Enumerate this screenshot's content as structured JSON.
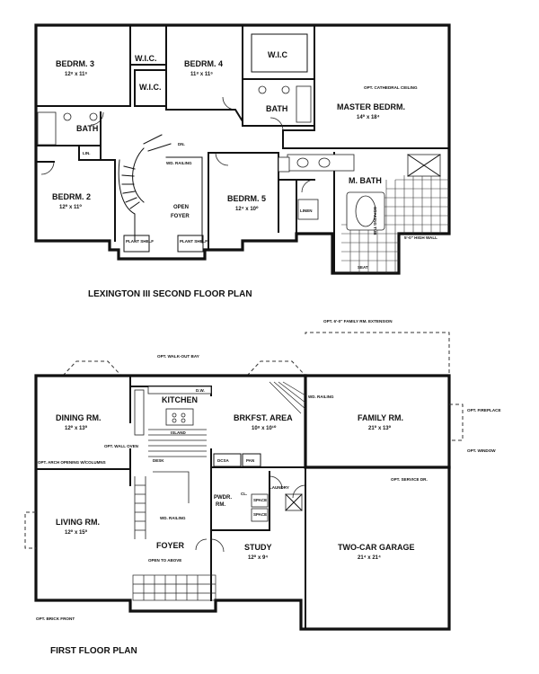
{
  "second_floor": {
    "title": "LEXINGTON III SECOND FLOOR PLAN",
    "rooms": {
      "bedroom3": {
        "label": "BEDRM. 3",
        "dim": "12⁸ x 11⁶"
      },
      "wic1": {
        "label": "W.I.C."
      },
      "wic2": {
        "label": "W.I.C."
      },
      "bedroom4": {
        "label": "BEDRM. 4",
        "dim": "11⁸ x 11⁶"
      },
      "wic3": {
        "label": "W.I.C"
      },
      "bath1": {
        "label": "BATH"
      },
      "lin1": {
        "label": "LIN."
      },
      "bath2": {
        "label": "BATH"
      },
      "master": {
        "label": "MASTER BEDRM.",
        "dim": "14⁰ x 18⁴"
      },
      "bedroom2": {
        "label": "BEDRM. 2",
        "dim": "12⁰ x 11⁰"
      },
      "foyer": {
        "label": "OPEN\nFOYER"
      },
      "bedroom5": {
        "label": "BEDRM. 5",
        "dim": "12⁴ x 10⁰"
      },
      "mbath": {
        "label": "M. BATH"
      },
      "linen": {
        "label": "LINEN"
      },
      "seat": {
        "label": "SEAT"
      },
      "tub": {
        "label": "SOAKING TUB"
      }
    },
    "notes": {
      "cathedral": "OPT. CATHEDRAL CEILING",
      "dn": "DN.",
      "railing": "WD. RAILING",
      "plant1": "PLANT SHELF",
      "plant2": "PLANT SHELF",
      "highwall": "5'-0\" HIGH WALL"
    }
  },
  "first_floor": {
    "title": "FIRST   FLOOR   PLAN",
    "rooms": {
      "kitchen": {
        "label": "KITCHEN"
      },
      "dining": {
        "label": "DINING RM.",
        "dim": "12⁰ x 13⁰"
      },
      "brkfst": {
        "label": "BRKFST. AREA",
        "dim": "10⁸ x 10¹⁰"
      },
      "family": {
        "label": "FAMILY RM.",
        "dim": "21⁰ x 13⁰"
      },
      "living": {
        "label": "LIVING RM.",
        "dim": "12⁰ x 15⁰"
      },
      "foyer": {
        "label": "FOYER"
      },
      "pwdr": {
        "label": "PWDR.\nRM."
      },
      "laundry": {
        "label": "LAUNDRY"
      },
      "study": {
        "label": "STUDY",
        "dim": "12⁰ x 9⁴"
      },
      "garage": {
        "label": "TWO-CAR GARAGE",
        "dim": "21⁴ x 21⁴"
      }
    },
    "notes": {
      "extension": "OPT. 6'-0\" FAMILY RM. EXTENSION",
      "walkout": "OPT. WALK-OUT BAY",
      "fireplace": "OPT. FIREPLACE",
      "window": "OPT. WINDOW",
      "service": "OPT. SERVICE DR.",
      "wallovens": "OPT. WALL OVEN",
      "arch": "OPT. ARCH OPENING W/COLUMNS",
      "rail": "WD. RAILING",
      "railing2": "WD. RAILING",
      "open": "OPEN TO ABOVE",
      "brick": "OPT. BRICK FRONT",
      "island": "ISLAND",
      "dw": "D.W.",
      "desk": "DESK",
      "dcsa": "DCSA",
      "pan": "PAN",
      "cl1": "CL.",
      "space1": "SPACE",
      "space2": "SPACE"
    }
  }
}
